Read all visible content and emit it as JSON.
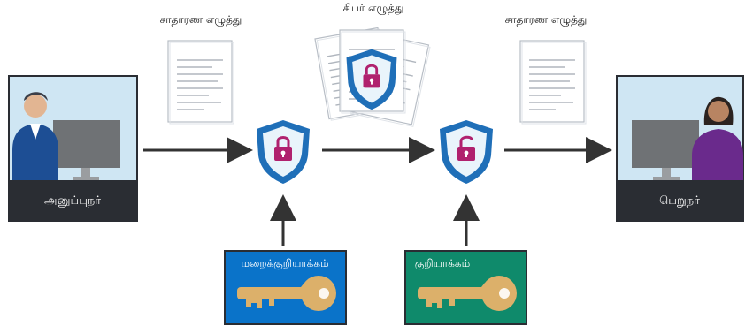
{
  "labels": {
    "plaintext_left": "சாதாரண எழுத்து",
    "ciphertext": "சிபர் எழுத்து",
    "plaintext_right": "சாதாரண எழுத்து"
  },
  "sender": {
    "label": "அனுப்புநர்"
  },
  "receiver": {
    "label": "பெறுநர்"
  },
  "encryption_key": {
    "label": "மறைக்குறியாக்கம்",
    "color": "#0a73c9"
  },
  "decryption_key": {
    "label": "குறியாக்கம்",
    "color": "#0f8a6b"
  },
  "colors": {
    "shield_outer": "#1f6fb8",
    "shield_inner": "#e9f4fb",
    "lock": "#b0216e",
    "arrow": "#333333",
    "card_panel": "#cfe6f3",
    "card_footer": "#2a2d33",
    "key_gold": "#dcb06a"
  }
}
